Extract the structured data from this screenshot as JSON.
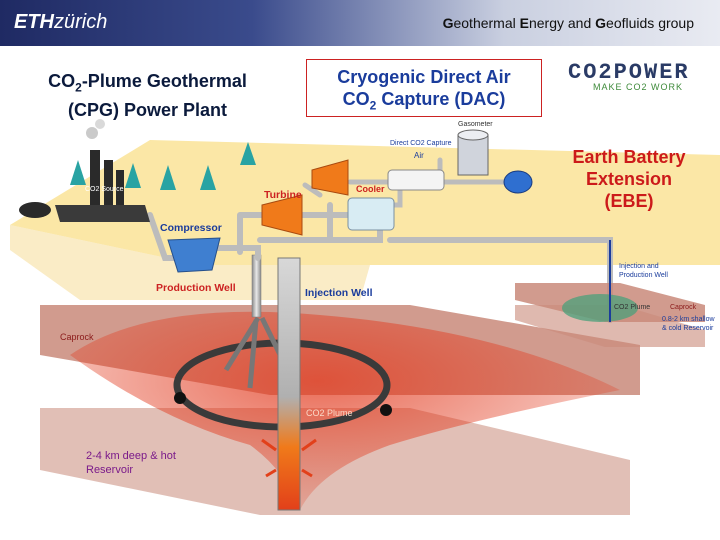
{
  "header": {
    "logo_bold": "ETH",
    "logo_light": "zürich",
    "group_initial_1": "G",
    "group_word_1": "eothermal ",
    "group_initial_2": "E",
    "group_word_2": "nergy and ",
    "group_initial_3": "G",
    "group_word_3": "eofluids group"
  },
  "titles": {
    "cpg_line1_pre": "CO",
    "cpg_line1_sub": "2",
    "cpg_line1_post": "-Plume Geothermal",
    "cpg_line2": "(CPG) Power Plant",
    "dac_line1": "Cryogenic Direct Air",
    "dac_line2_pre": "CO",
    "dac_line2_sub": "2",
    "dac_line2_post": " Capture (DAC)",
    "ebe_line1": "Earth Battery",
    "ebe_line2": "Extension",
    "ebe_line3": "(EBE)",
    "co2power": "CO2POWER",
    "co2power_tagline": "MAKE CO2 WORK"
  },
  "labels": {
    "co2_source": "CO2 Source",
    "turbine": "Turbine",
    "cooler": "Cooler",
    "direct_co2_capture": "Direct CO2 Capture",
    "air": "Air",
    "gasometer": "Gasometer",
    "compressor": "Compressor",
    "production_well": "Production Well",
    "injection_well": "Injection Well",
    "caprock_main": "Caprock",
    "co2_plume_main": "CO2 Plume",
    "reservoir_line1": "2-4 km deep & hot",
    "reservoir_line2": "Reservoir",
    "injection_production_line1": "Injection and",
    "injection_production_line2": "Production Well",
    "co2_plume_small": "CO2 Plume",
    "caprock_small": "Caprock",
    "shallow_line1": "0.8-2 km shallow",
    "shallow_line2": "& cold Reservoir"
  },
  "colors": {
    "header_dark": "#1f2a63",
    "ground": "#fbe7a6",
    "rock": "#c98a7a",
    "plume_red": "#e23a1e",
    "turbine_orange": "#f07a1a",
    "compressor_blue": "#3f7fd0",
    "ebe_red": "#cc1a1a",
    "dac_blue": "#1a3c9c"
  }
}
